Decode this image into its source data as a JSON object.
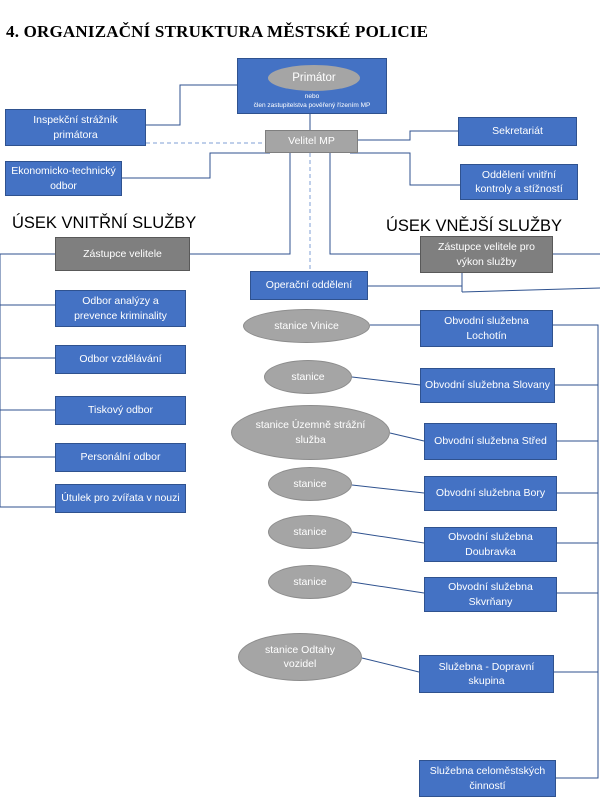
{
  "title": "4. ORGANIZAČNÍ STRUKTURA MĚSTSKÉ POLICIE",
  "sections": {
    "internal": "ÚSEK VNITŘNÍ SLUŽBY",
    "external": "ÚSEK VNĚJŠÍ SLUŽBY"
  },
  "mayor": {
    "label": "Primátor",
    "or": "nebo",
    "alt": "člen zastupitelstva pověřený řízením MP"
  },
  "top_units": {
    "inspection": "Inspekční strážník primátora",
    "secretariat": "Sekretariát",
    "commander": "Velitel MP",
    "economic": "Ekonomicko-technický odbor",
    "control": "Oddělení vnitřní kontroly a stížností"
  },
  "internal_units": {
    "deputy": "Zástupce velitele",
    "analysis": "Odbor analýzy a prevence kriminality",
    "education": "Odbor vzdělávání",
    "press": "Tiskový odbor",
    "personnel": "Personální odbor",
    "shelter": "Útulek pro zvířata v nouzi"
  },
  "external_units": {
    "deputy": "Zástupce velitele pro výkon služby",
    "operations": "Operační oddělení",
    "lochotin": "Obvodní služebna Lochotín",
    "slovany": "Obvodní služebna Slovany",
    "stred": "Obvodní služebna Střed",
    "bory": "Obvodní služebna Bory",
    "doubravka": "Obvodní služebna Doubravka",
    "skvrnany": "Obvodní služebna Skvrňany",
    "traffic": "Služebna - Dopravní skupina",
    "citywide": "Služebna celoměstských činností"
  },
  "stations": {
    "vinice": "stanice Vinice",
    "slovany": "stanice",
    "uzemne": "stanice Územně strážní služba",
    "bory": "stanice",
    "doubravka": "stanice",
    "skvrnany": "stanice",
    "odtahy": "stanice Odtahy vozidel"
  },
  "colors": {
    "blue_box": "#4472c4",
    "dark_grey_box": "#7f7f7f",
    "light_grey_shape": "#a5a5a5",
    "connector": "#2f528f"
  }
}
